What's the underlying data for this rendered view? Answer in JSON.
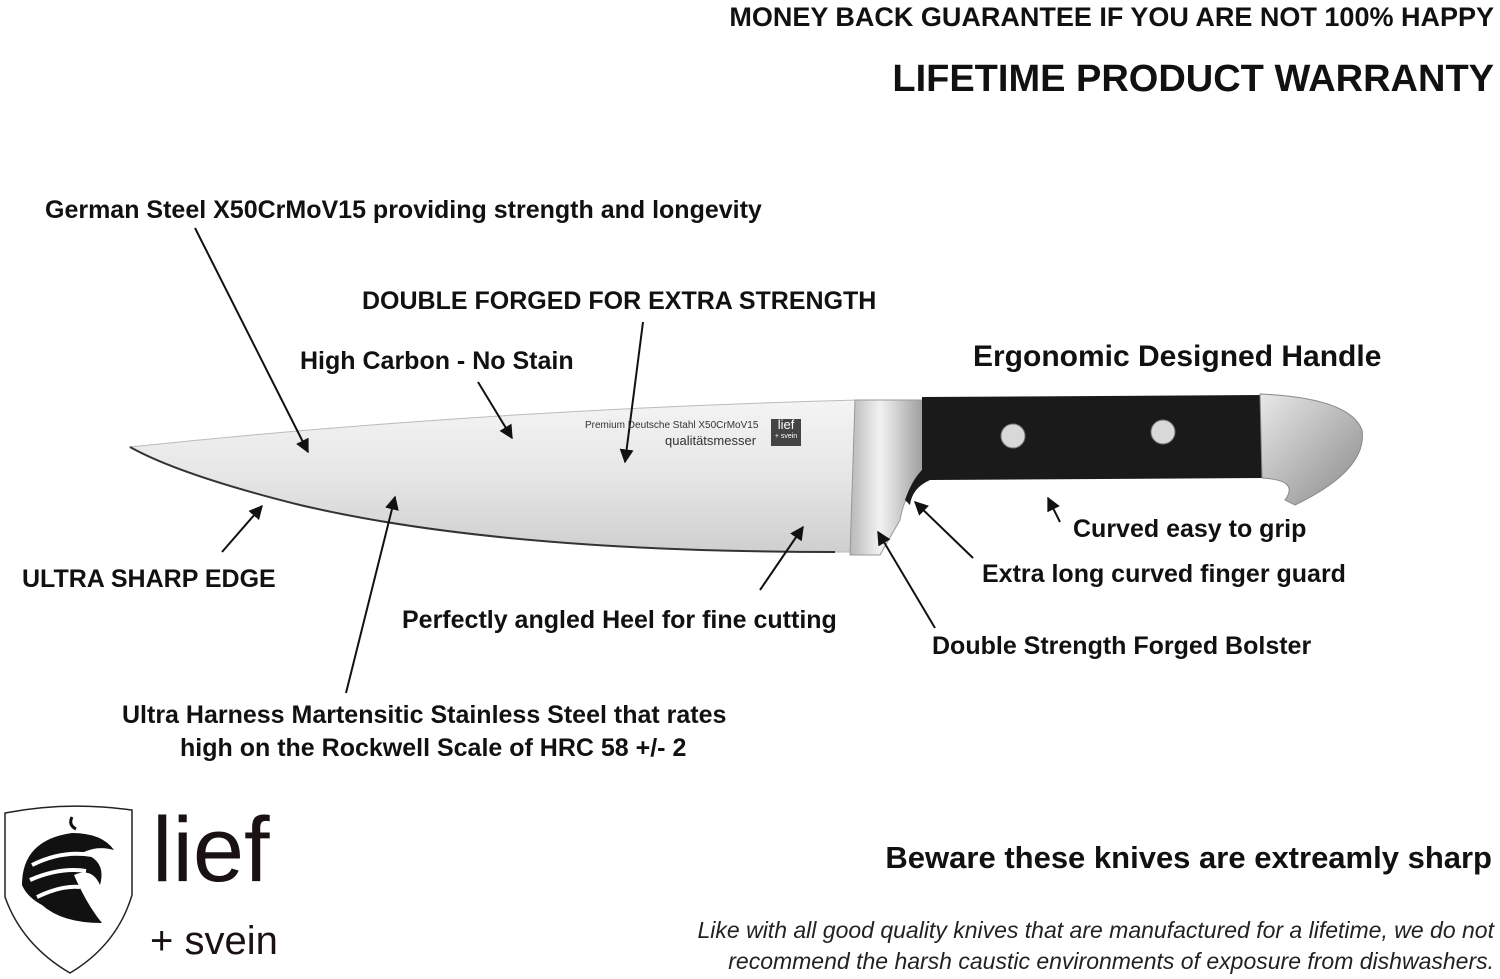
{
  "header": {
    "guarantee": "MONEY BACK GUARANTEE IF YOU ARE NOT 100% HAPPY",
    "warranty": "LIFETIME PRODUCT WARRANTY"
  },
  "callouts": {
    "german_steel": "German Steel X50CrMoV15 providing strength and longevity",
    "double_forged": "DOUBLE FORGED FOR EXTRA STRENGTH",
    "high_carbon": "High Carbon - No Stain",
    "handle": "Ergonomic Designed Handle",
    "curved_grip": "Curved easy to grip",
    "finger_guard": "Extra long curved finger guard",
    "ultra_sharp": "ULTRA SHARP EDGE",
    "heel": "Perfectly angled Heel for fine cutting",
    "bolster": "Double Strength Forged Bolster",
    "hardness_line1": "Ultra Harness Martensitic Stainless Steel that rates",
    "hardness_line2": "high on the Rockwell Scale of HRC 58 +/- 2"
  },
  "blade_etching": {
    "line1": "Premium Deutsche Stahl X50CrMoV15",
    "line2": "qualitätsmesser",
    "badge_top": "lief",
    "badge_bottom": "+ svein"
  },
  "logo": {
    "name": "lief",
    "sub": "+ svein"
  },
  "footer": {
    "warning": "Beware these knives are extreamly sharp",
    "disclaimer_line1": "Like with all good quality knives that are manufactured for a lifetime, we do not",
    "disclaimer_line2": "recommend the harsh caustic environments of exposure from dishwashers."
  }
}
